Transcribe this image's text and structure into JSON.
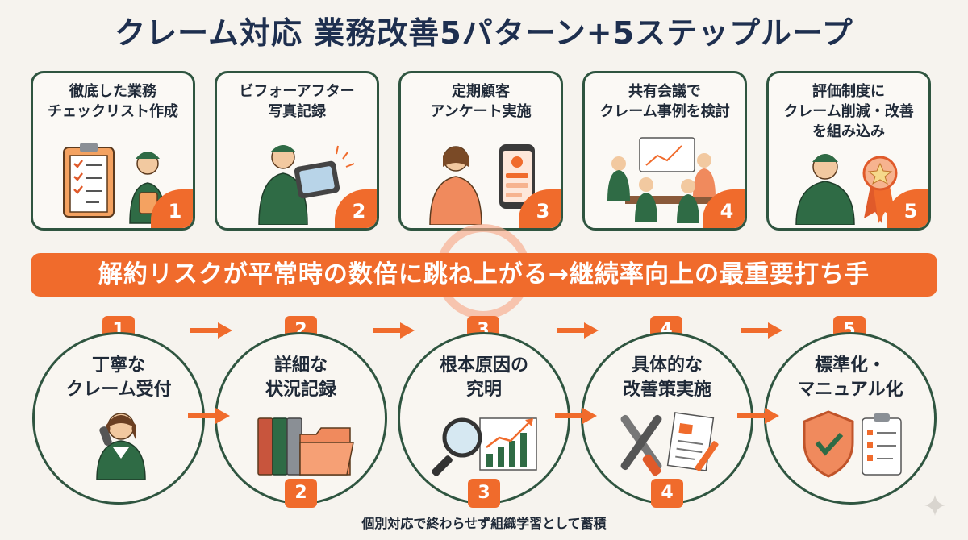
{
  "title": "クレーム対応 業務改善5パターン+5ステップループ",
  "patterns": [
    {
      "label": "徹底した業務\nチェックリスト作成",
      "badge": "1",
      "icon": "clipboard-checklist-icon"
    },
    {
      "label": "ビフォーアフター\n写真記録",
      "badge": "2",
      "icon": "tablet-photo-icon"
    },
    {
      "label": "定期顧客\nアンケート実施",
      "badge": "3",
      "icon": "smartphone-survey-icon"
    },
    {
      "label": "共有会議で\nクレーム事例を検討",
      "badge": "4",
      "icon": "meeting-icon"
    },
    {
      "label": "評価制度に\nクレーム削減・改善\nを組み込み",
      "badge": "5",
      "icon": "award-badge-icon"
    }
  ],
  "banner": "解約リスクが平常時の数倍に跳ね上がる→継続率向上の最重要打ち手",
  "steps": [
    {
      "number": "1",
      "label": "丁寧な\nクレーム受付",
      "icon": "phone-operator-icon"
    },
    {
      "number": "2",
      "label": "詳細な\n状況記録",
      "icon": "folder-binders-icon"
    },
    {
      "number": "3",
      "label": "根本原因の\n究明",
      "icon": "magnifier-chart-icon"
    },
    {
      "number": "4",
      "label": "具体的な\n改善策実施",
      "icon": "tools-document-icon"
    },
    {
      "number": "5",
      "label": "標準化・\nマニュアル化",
      "icon": "shield-checklist-icon"
    }
  ],
  "bottom_badges": [
    "2",
    "3",
    "4"
  ],
  "caption": "個別対応で終わらせず組織学習として蓄積",
  "colors": {
    "accent": "#f06b2c",
    "border": "#2f5540",
    "title": "#1e2f4f",
    "background": "#f6f3ee"
  }
}
